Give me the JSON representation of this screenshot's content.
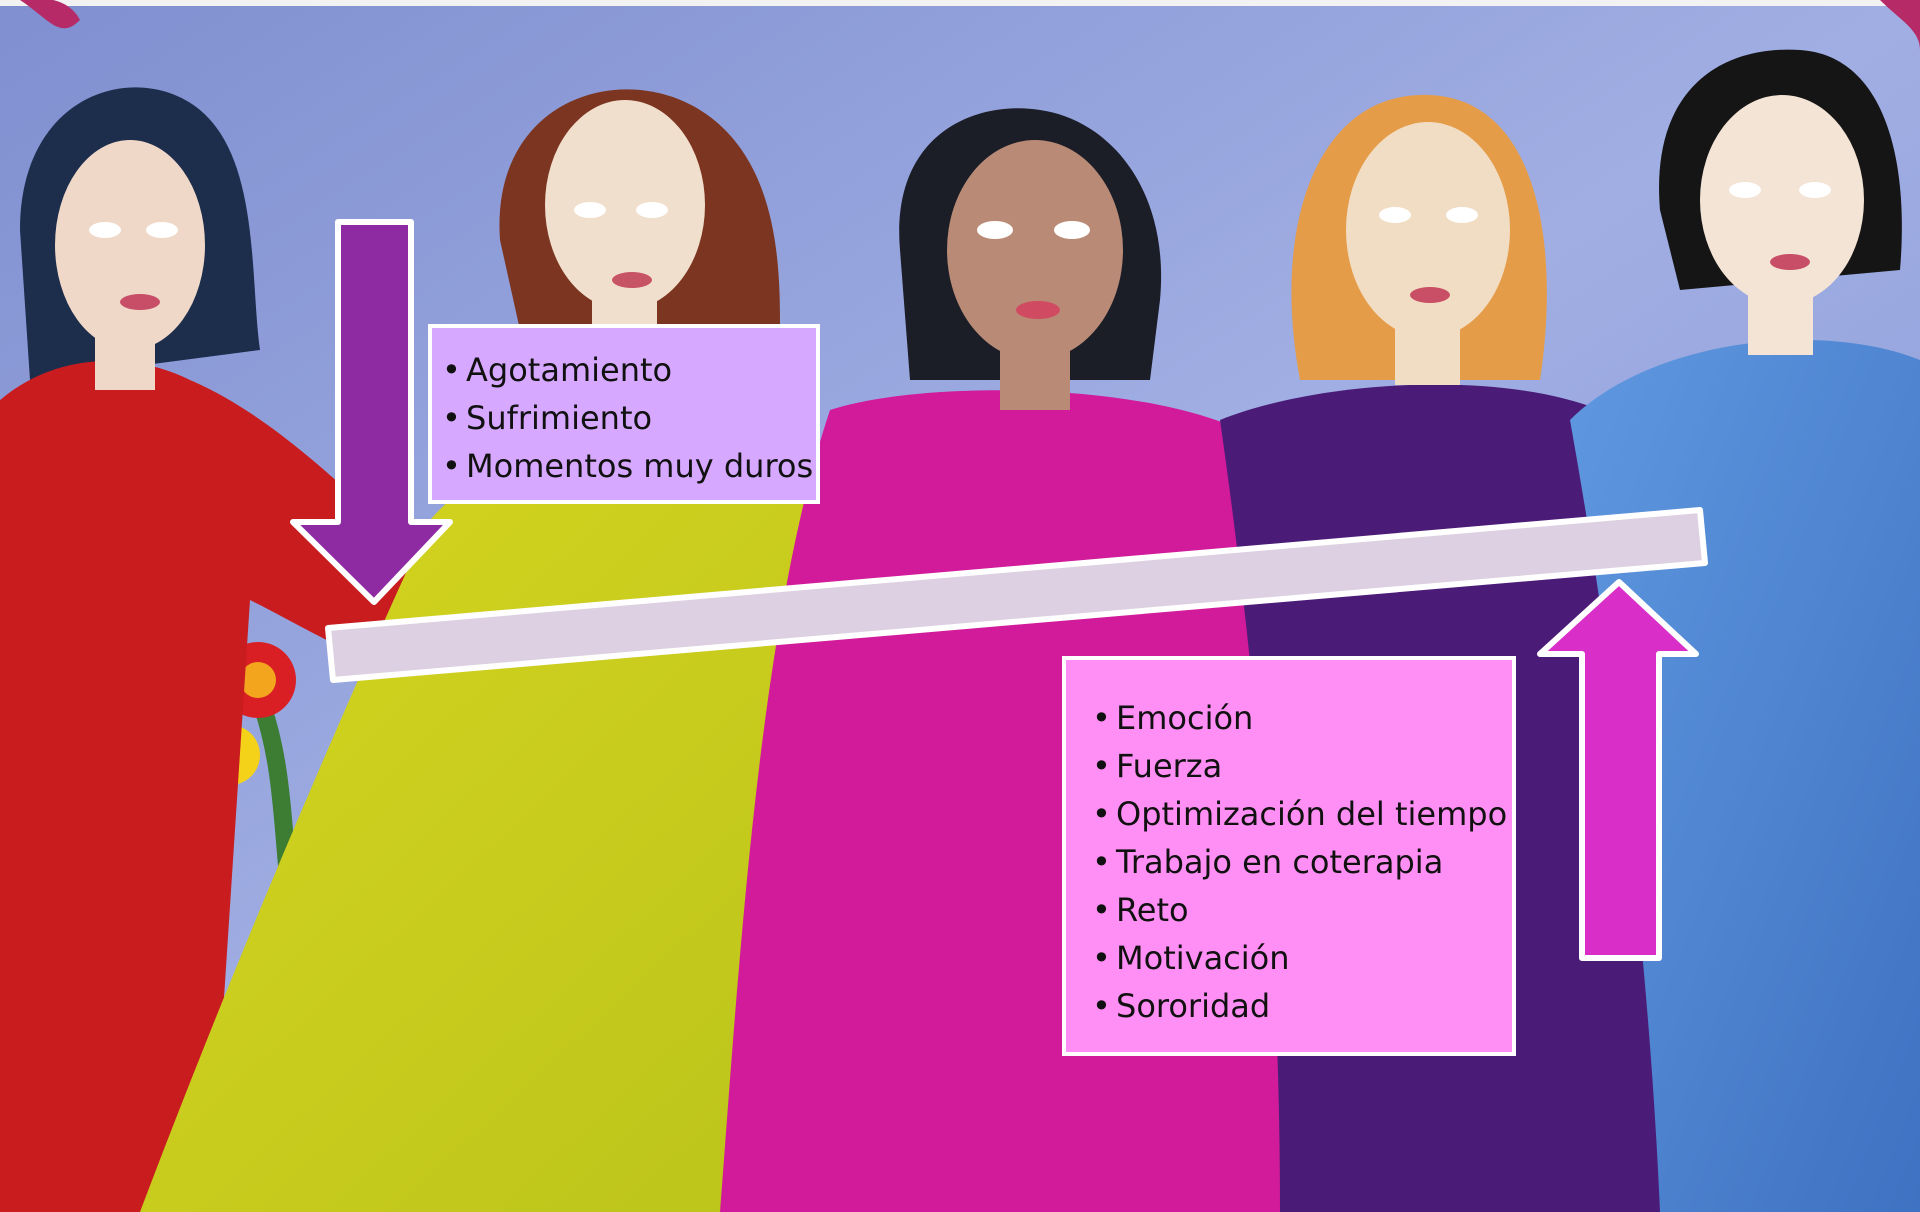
{
  "image": {
    "description_icon": "painting-of-five-women",
    "background_color": "#8f9fd8"
  },
  "colors": {
    "negative_box": "#d7a8ff",
    "positive_box": "#ff8ff5",
    "down_arrow": "#8e2aa2",
    "up_arrow": "#d92ec8",
    "balance_beam": "#ddd0e2",
    "outline": "#ffffff"
  },
  "negative": {
    "items": [
      "Agotamiento",
      "Sufrimiento",
      "Momentos muy duros"
    ]
  },
  "positive": {
    "items": [
      "Emoción",
      "Fuerza",
      "Optimización del tiempo",
      "Trabajo en coterapia",
      "Reto",
      "Motivación",
      "Sororidad"
    ]
  }
}
